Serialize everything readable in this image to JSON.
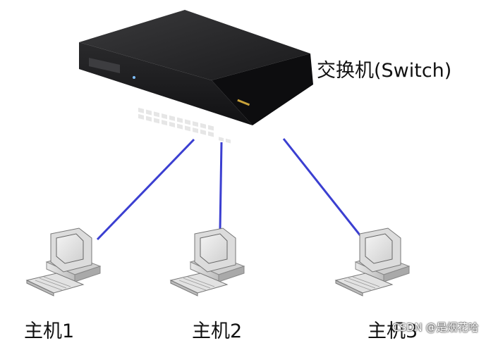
{
  "switch": {
    "label": "交换机(Switch)"
  },
  "hosts": [
    {
      "label": "主机1"
    },
    {
      "label": "主机2"
    },
    {
      "label": "主机3"
    }
  ],
  "links": [
    "host1-switch",
    "host2-switch",
    "host3-switch"
  ],
  "colors": {
    "link": "#3b3fd1",
    "switch_body": "#1c1c1e",
    "monitor_body": "#d9d9d9"
  },
  "watermark": "CSDN @是烟花哈"
}
